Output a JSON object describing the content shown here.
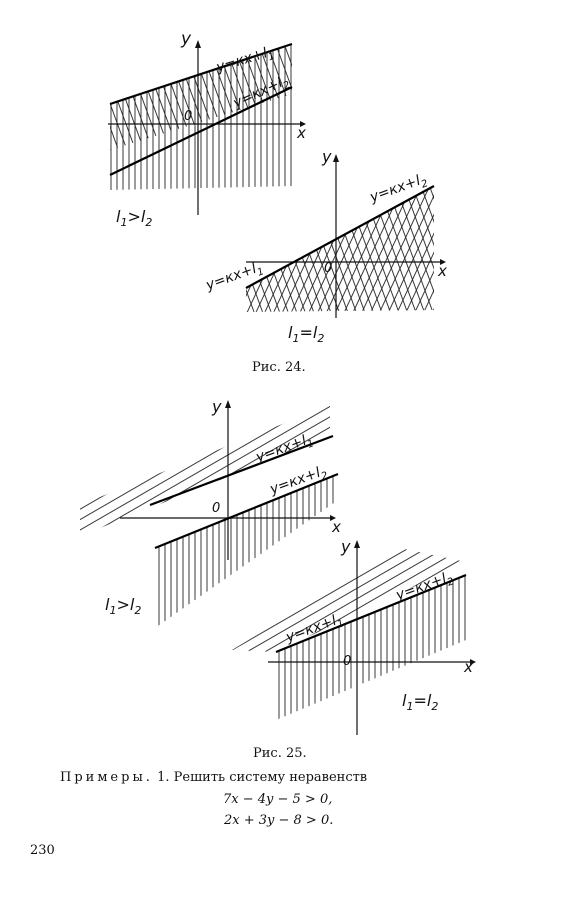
{
  "figure24": {
    "left": {
      "axis_x": "x",
      "axis_y": "y",
      "origin": "0",
      "line1_label": "y=кx+l",
      "line1_sub": "1",
      "line2_label": "y=кx+l",
      "line2_sub": "2",
      "cond_a": "l",
      "cond_a_sub": "1",
      "cond_op": ">l",
      "cond_b_sub": "2"
    },
    "right": {
      "axis_x": "x",
      "axis_y": "y",
      "origin": "0",
      "line1_label": "y=кx+l",
      "line1_sub": "1",
      "line2_label": "y=кx+l",
      "line2_sub": "2",
      "cond_a": "l",
      "cond_a_sub": "1",
      "cond_op": "=l",
      "cond_b_sub": "2"
    },
    "caption": "Рис. 24."
  },
  "figure25": {
    "left": {
      "axis_x": "x",
      "axis_y": "y",
      "origin": "0",
      "line1_label": "y=кx+l",
      "line1_sub": "1",
      "line2_label": "y=кx+l",
      "line2_sub": "2",
      "cond_a": "l",
      "cond_a_sub": "1",
      "cond_op": ">l",
      "cond_b_sub": "2"
    },
    "right": {
      "axis_x": "x",
      "axis_y": "y",
      "origin": "0",
      "line1_label": "y=кx+l",
      "line1_sub": "1",
      "line2_label": "y=кx+l",
      "line2_sub": "2",
      "cond_a": "l",
      "cond_a_sub": "1",
      "cond_op": "=l",
      "cond_b_sub": "2"
    },
    "caption": "Рис. 25."
  },
  "examples": {
    "lead": "Примеры.",
    "number": "1.",
    "task": "Решить систему неравенств",
    "eq1": "7x − 4y − 5 > 0,",
    "eq2": "2x + 3y − 8 > 0."
  },
  "page_number": "230"
}
